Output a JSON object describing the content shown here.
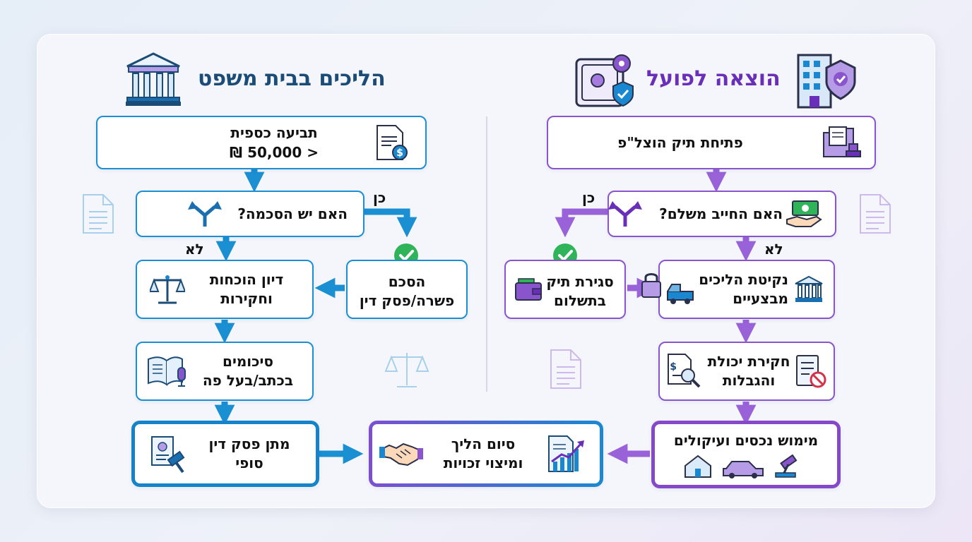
{
  "left_panel": {
    "title": "הליכים בבית משפט",
    "claim": {
      "line1": "תביעה כספית",
      "line2": "< 50,000 ₪"
    },
    "agreement_question": "האם יש הסכמה?",
    "yes_label": "כן",
    "no_label": "לא",
    "settlement": {
      "line1": "הסכם",
      "line2": "פשרה/פסק דין"
    },
    "evidence": {
      "line1": "דיון הוכחות",
      "line2": "וחקירות"
    },
    "summations": {
      "line1": "סיכומים",
      "line2": "בכתב/בעל פה"
    },
    "verdict": {
      "line1": "מתן פסק דין",
      "line2": "סופי"
    }
  },
  "right_panel": {
    "title": "הוצאה לפועל",
    "open_file": "פתיחת תיק הוצל\"פ",
    "paid_question": "האם החייב משלם?",
    "yes_label": "כן",
    "no_label": "לא",
    "close_file": {
      "line1": "סגירת תיק",
      "line2": "בתשלום"
    },
    "enforcement": {
      "line1": "נקיטת הליכים",
      "line2": "מבצעיים"
    },
    "means_inquiry": {
      "line1": "חקירת יכולת",
      "line2": "והגבלות"
    },
    "realization": {
      "line1": "מימוש נכסים ועיקולים"
    }
  },
  "end": {
    "line1": "סיום הליך",
    "line2": "ומיצוי זכויות"
  },
  "colors": {
    "blue": "#1a8fd2",
    "purple": "#8a55cc",
    "green": "#2fb45a",
    "title_blue": "#1b4c78",
    "title_purple": "#6a2fb8"
  }
}
